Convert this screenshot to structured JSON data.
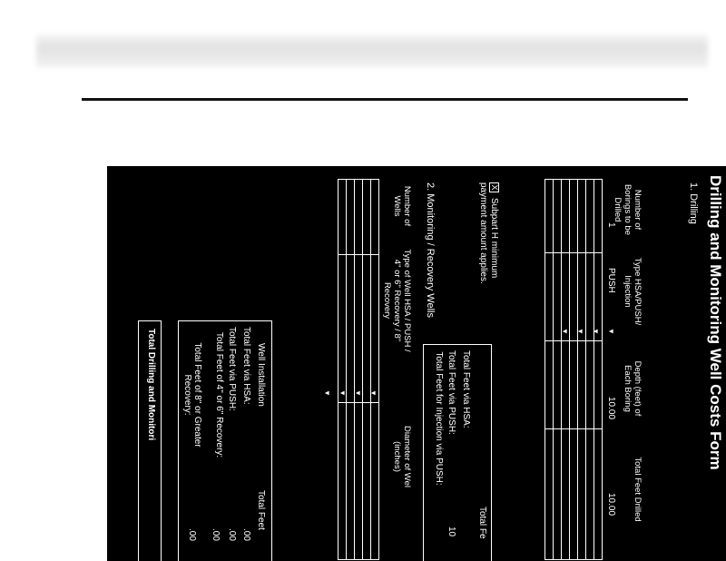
{
  "form": {
    "title": "Drilling and Monitoring Well Costs Form",
    "section1": "1.  Drilling",
    "section2": "2.  Monitoring / Recovery Wells",
    "drilling_headers": {
      "borings": "Number of Borings to be Drilled",
      "type": "Type HSA/PUSH/ Injection",
      "depth": "Depth (feet) of Each Boring",
      "total": "Total Feet Drilled"
    },
    "drilling_row1": {
      "borings": "1",
      "type": "PUSH",
      "depth": "10.00",
      "total": "10.00"
    },
    "subpart_check": "X",
    "subpart_text": "Subpart H minimum payment amount applies.",
    "totals_header": "Total Fe",
    "totals": [
      {
        "label": "Total Feet via HSA:",
        "value": ""
      },
      {
        "label": "Total Feet via PUSH:",
        "value": "10"
      },
      {
        "label": "Total Feet for Injection via PUSH:",
        "value": ""
      }
    ],
    "wells_headers": {
      "count": "Number of Wells",
      "type": "Type of Well HSA / PUSH / 4\" or 6\" Recovery / 8\" Recovery",
      "diameter": "Diameter of Wel (inches)"
    },
    "install_header": {
      "label": "Well Installation",
      "value": "Total Feet"
    },
    "install_rows": [
      {
        "label": "Total Feet via HSA:",
        "value": ".00"
      },
      {
        "label": "Total Feet via PUSH:",
        "value": ".00"
      },
      {
        "label": "Total Feet of 4\" or 6\" Recovery:",
        "value": ".00"
      },
      {
        "label": "Total Feet of 8\" or Greater Recovery:",
        "value": ".00"
      }
    ],
    "grand_total": "Total Drilling and Monitori"
  }
}
